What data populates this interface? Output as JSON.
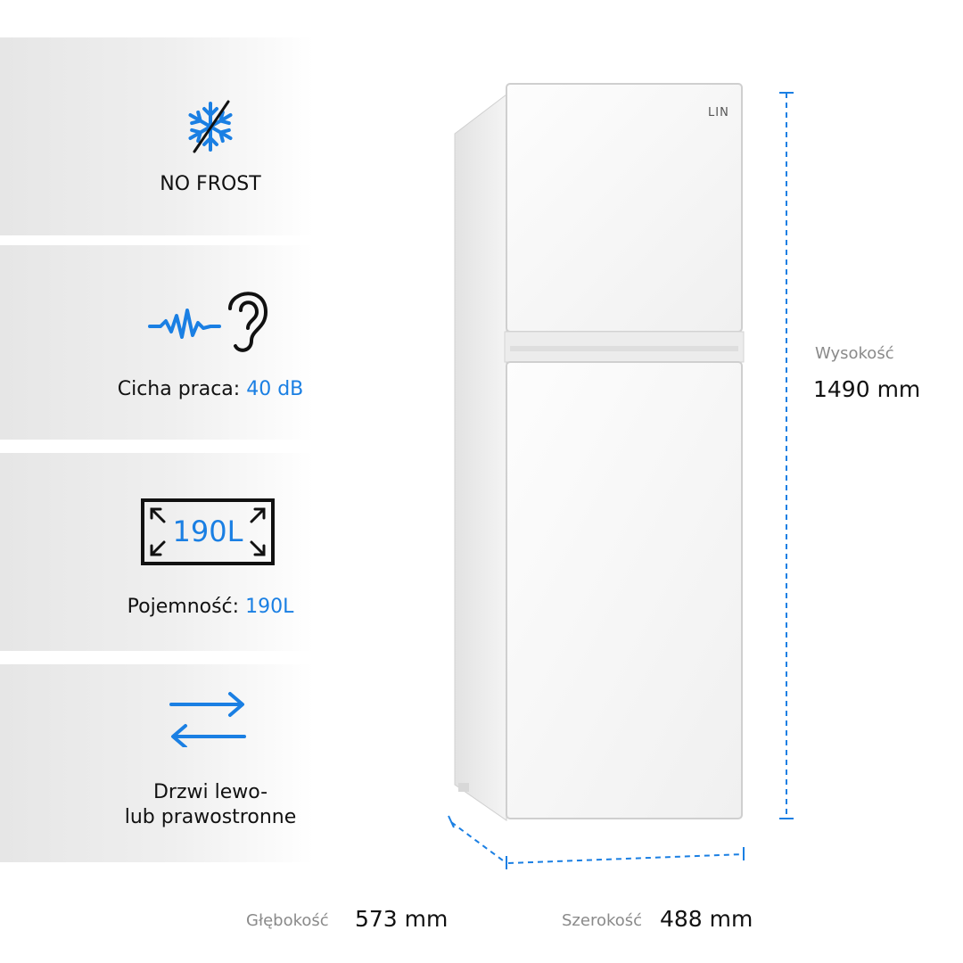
{
  "features": {
    "no_frost": {
      "label": "NO FROST"
    },
    "quiet": {
      "label": "Cicha praca:",
      "value": "40 dB"
    },
    "capacity": {
      "badge": "190L",
      "label": "Pojemność:",
      "value": "190L"
    },
    "doors": {
      "line1": "Drzwi lewo-",
      "line2": "lub prawostronne"
    }
  },
  "product": {
    "brand": "LIN"
  },
  "dimensions": {
    "height": {
      "label": "Wysokość",
      "value": "1490 mm"
    },
    "depth": {
      "label": "Głębokość",
      "value": "573 mm"
    },
    "width": {
      "label": "Szerokość",
      "value": "488 mm"
    }
  },
  "colors": {
    "accent": "#1a7fe3",
    "text": "#111111",
    "muted": "#8a8a8a"
  }
}
